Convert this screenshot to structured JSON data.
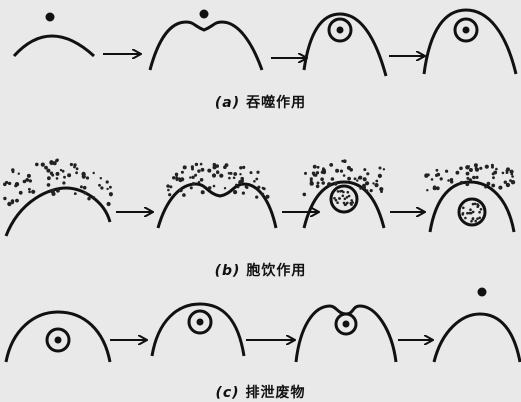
{
  "rows": [
    {
      "id": "a",
      "tag": "(a)",
      "label": "吞噬作用"
    },
    {
      "id": "b",
      "tag": "(b)",
      "label": "胞饮作用"
    },
    {
      "id": "c",
      "tag": "(c)",
      "label": "排泄废物"
    }
  ],
  "colors": {
    "ink": "#111111",
    "paper": "#e9e9e9",
    "dots": "#222222"
  },
  "icons": [
    "right-arrow-icon"
  ]
}
